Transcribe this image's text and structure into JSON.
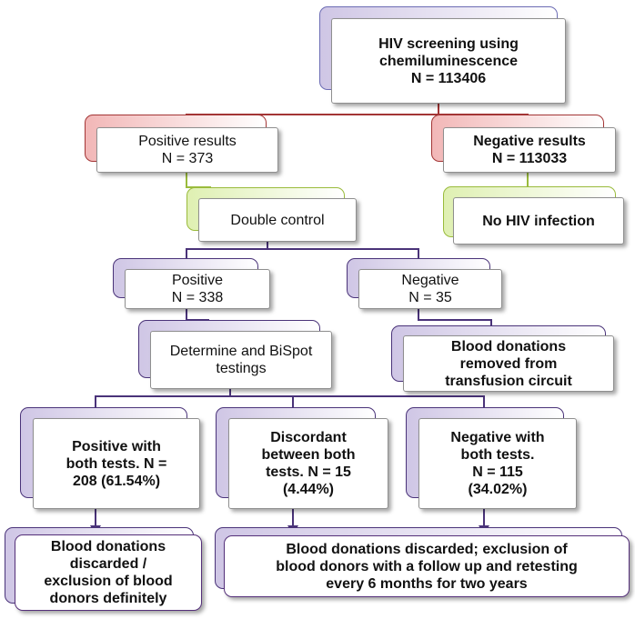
{
  "colors": {
    "red_line": "#a33535",
    "green_line": "#9abb3c",
    "purple_line": "#4a3379",
    "red_back": "#f2b7b7",
    "green_back": "#dff0b2",
    "purple_back": "#cfc6e5"
  },
  "nodes": {
    "screening": {
      "text": "HIV screening using\nchemiluminescence\nN = 113406"
    },
    "positive_results": {
      "text": "Positive results\nN = 373"
    },
    "negative_results": {
      "text": "Negative results\nN = 113033"
    },
    "no_hiv": {
      "text": "No HIV infection"
    },
    "double_control": {
      "text": "Double control"
    },
    "positive_338": {
      "text": "Positive\nN = 338"
    },
    "negative_35": {
      "text": "Negative\nN = 35"
    },
    "determine_bispot": {
      "text": "Determine and BiSpot\ntestings"
    },
    "removed": {
      "text": "Blood donations\nremoved from\ntransfusion circuit"
    },
    "positive_both": {
      "text": "Positive with\nboth tests. N =\n208 (61.54%)"
    },
    "discordant": {
      "text": "Discordant\nbetween both\ntests. N = 15\n(4.44%)"
    },
    "negative_both": {
      "text": "Negative with\nboth tests.\nN = 115\n(34.02%)"
    },
    "discarded_definitely": {
      "text": "Blood donations\ndiscarded /\nexclusion of blood\ndonors definitely"
    },
    "discarded_followup": {
      "text": "Blood donations discarded; exclusion of\nblood donors with a follow up and retesting\nevery 6 months for two years"
    }
  }
}
